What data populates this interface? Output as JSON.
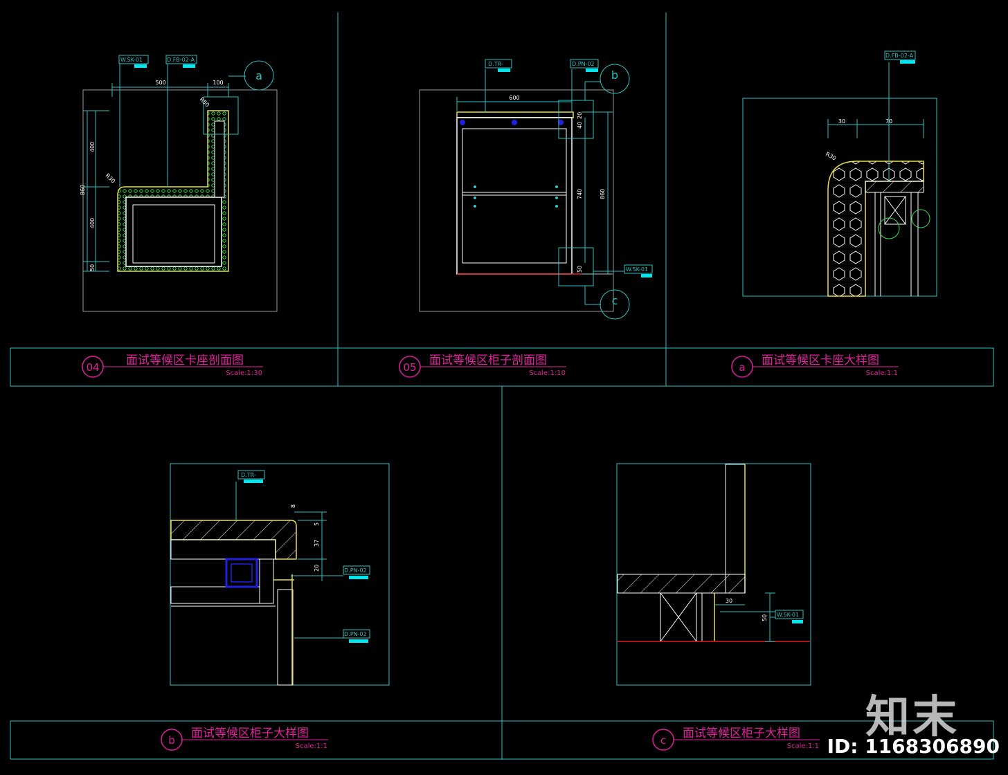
{
  "colors": {
    "frame": "#2bc3c3",
    "title": "#e0209a",
    "structure": "#ffffff",
    "upholstery": "#e8e040",
    "hatch": "#3de04a",
    "floor": "#e02020",
    "panel": "#2020e0",
    "tag_fill": "#00e5ee"
  },
  "panels": [
    {
      "id": "p04",
      "number": "04",
      "title": "面试等候区卡座剖面图",
      "scale": "Scale:1:30"
    },
    {
      "id": "p05",
      "number": "05",
      "title": "面试等候区柜子剖面图",
      "scale": "Scale:1:10"
    },
    {
      "id": "pa",
      "number": "a",
      "title": "面试等候区卡座大样图",
      "scale": "Scale:1:1"
    },
    {
      "id": "pb",
      "number": "b",
      "title": "面试等候区柜子大样图",
      "scale": "Scale:1:1"
    },
    {
      "id": "pc",
      "number": "c",
      "title": "面试等候区柜子大样图",
      "scale": "Scale:1:1"
    }
  ],
  "tags": {
    "wsk01": "W.SK-01",
    "dfb02a": "D.FB-02-A",
    "dtr": "D.TR-",
    "dpn02": "D.PN-02"
  },
  "callouts": {
    "a": "a",
    "b": "b",
    "c": "c"
  },
  "dimensions": {
    "p04": {
      "w500": "500",
      "w100": "100",
      "h400a": "400",
      "h860": "860",
      "h400b": "400",
      "h50": "50",
      "r50": "R50",
      "r30": "R30"
    },
    "p05": {
      "w600": "600",
      "h20": "20",
      "h40": "40",
      "h740": "740",
      "h860": "860",
      "h50": "50"
    },
    "pa": {
      "w30": "30",
      "w70": "70",
      "r30": "R30"
    },
    "pb": {
      "v8": "8",
      "v5": "5",
      "v37": "37",
      "v20": "20"
    },
    "pc": {
      "w30": "30",
      "h50": "50"
    }
  },
  "watermark": {
    "logo": "知末",
    "id": "ID: 1168306890"
  }
}
